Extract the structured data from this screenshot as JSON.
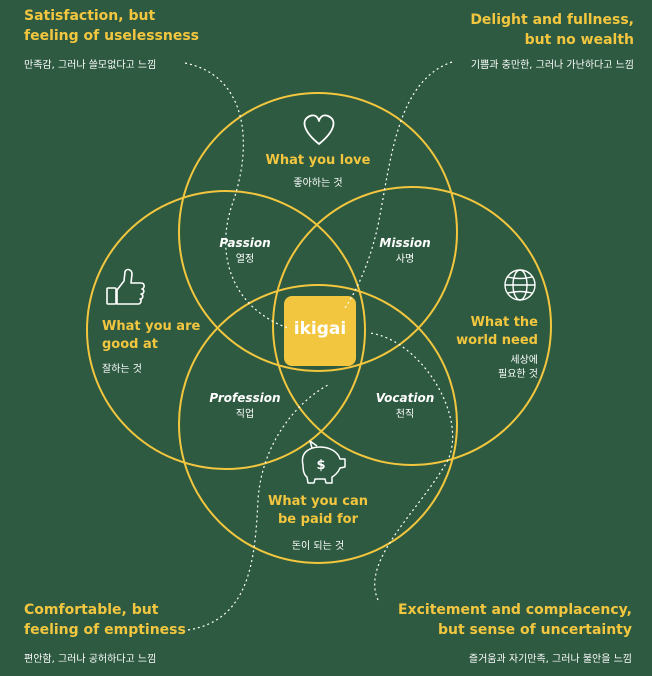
{
  "center": {
    "label": "ikigai"
  },
  "circles": {
    "love": {
      "title": "What you love",
      "sub": "좋아하는 것",
      "icon": "heart-icon"
    },
    "good_at": {
      "title_1": "What you are",
      "title_2": "good at",
      "sub": "잘하는 것",
      "icon": "thumbs-up-icon"
    },
    "world_need": {
      "title_1": "What the",
      "title_2": "world need",
      "sub_1": "세상에",
      "sub_2": "필요한 것",
      "icon": "globe-icon"
    },
    "paid_for": {
      "title_1": "What you can",
      "title_2": "be paid for",
      "sub": "돈이 되는 것",
      "icon": "piggy-bank-icon"
    }
  },
  "intersections": {
    "passion": {
      "label": "Passion",
      "sub": "열정"
    },
    "mission": {
      "label": "Mission",
      "sub": "사명"
    },
    "profession": {
      "label": "Profession",
      "sub": "직업"
    },
    "vocation": {
      "label": "Vocation",
      "sub": "천직"
    }
  },
  "corners": {
    "top_left": {
      "title_1": "Satisfaction, but",
      "title_2": "feeling of uselessness",
      "sub": "만족감, 그러나 쓸모없다고 느낌"
    },
    "top_right": {
      "title_1": "Delight and fullness,",
      "title_2": "but no wealth",
      "sub": "기쁨과 충만한, 그러나 가난하다고 느낌"
    },
    "bottom_left": {
      "title_1": "Comfortable, but",
      "title_2": "feeling of emptiness",
      "sub": "편안함, 그러나 공허하다고 느낌"
    },
    "bottom_right": {
      "title_1": "Excitement and complacency,",
      "title_2": "but sense of uncertainty",
      "sub": "즐거움과 자기만족, 그러나 불안을 느낌"
    }
  },
  "colors": {
    "background": "#2d5a40",
    "accent": "#f3c63f",
    "text": "#ffffff"
  }
}
